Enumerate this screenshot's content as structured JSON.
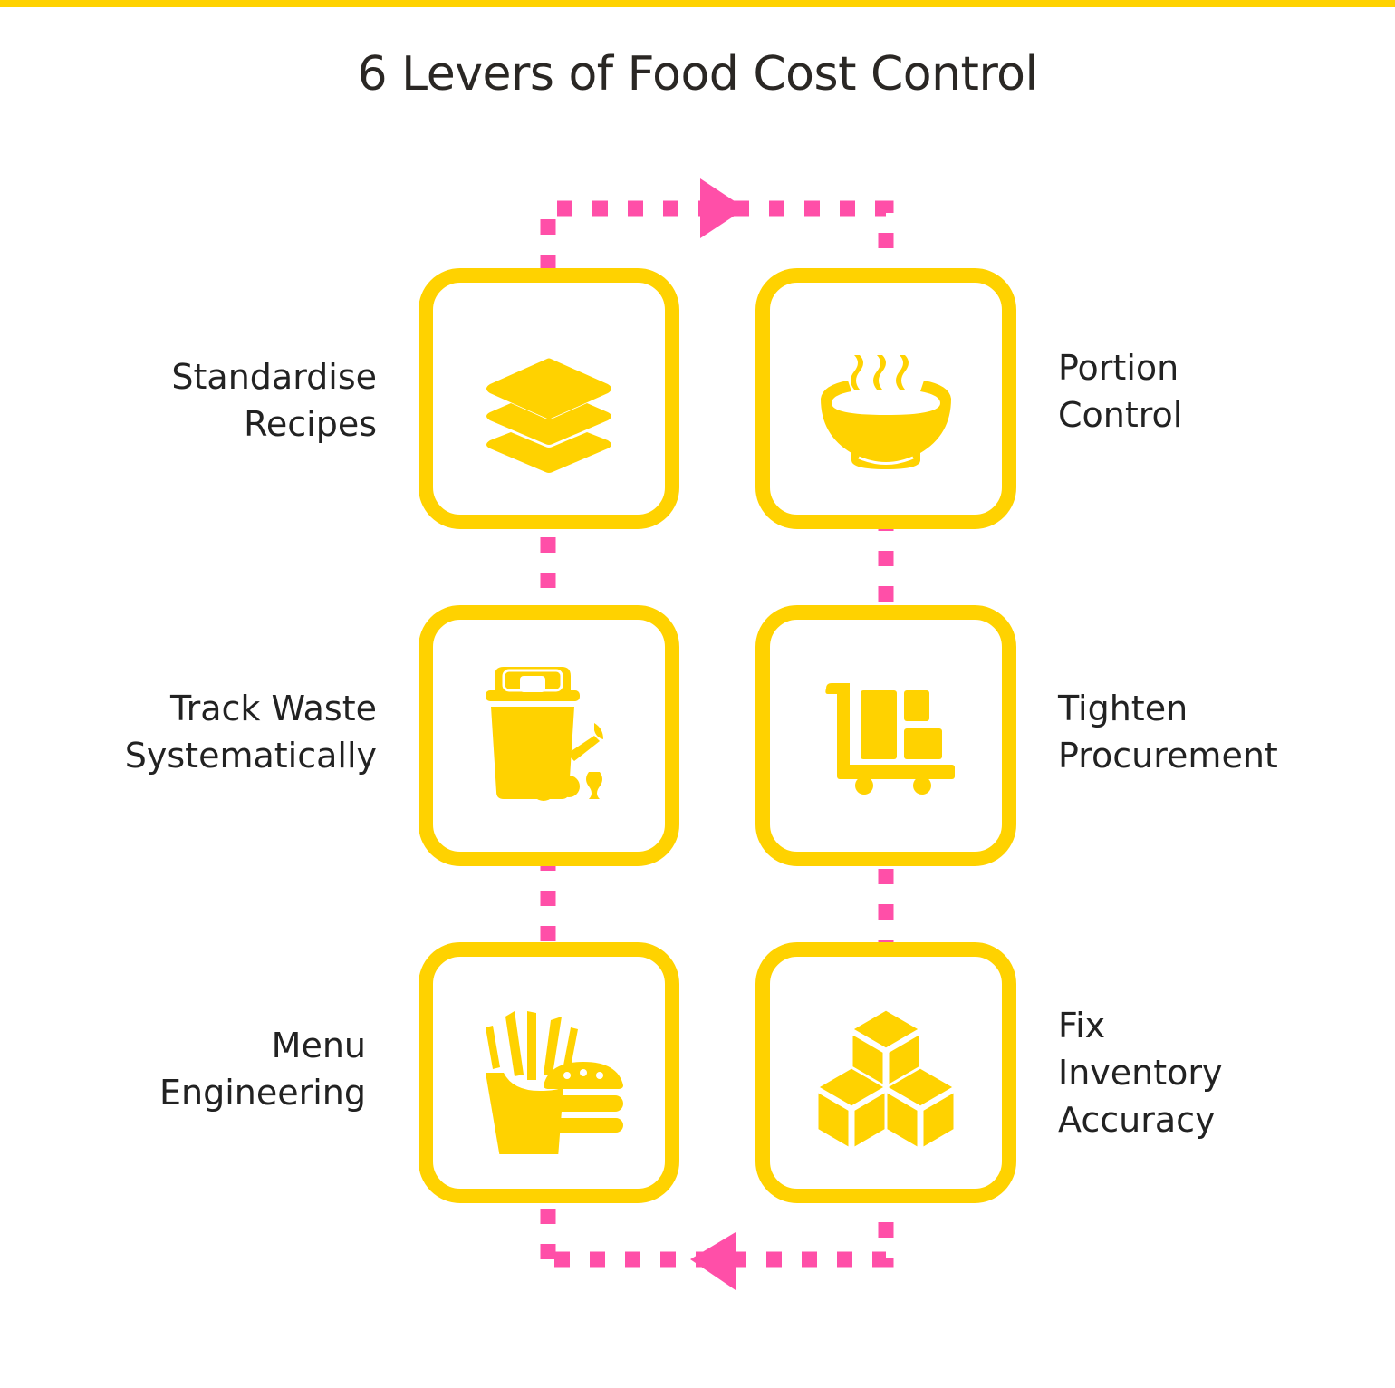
{
  "title": "6 Levers of Food Cost Control",
  "colors": {
    "accent_yellow": "#FFD200",
    "flow_pink": "#FF4FA8",
    "text": "#222222",
    "background": "#FFFFFF"
  },
  "flow": {
    "direction": "clockwise",
    "top_arrow": "right-arrow",
    "bottom_arrow": "left-arrow"
  },
  "levers": [
    {
      "id": "standardise-recipes",
      "lines": [
        "Standardise",
        "Recipes"
      ],
      "icon": "layers-icon",
      "position": "left-row-1"
    },
    {
      "id": "portion-control",
      "lines": [
        "Portion",
        "Control"
      ],
      "icon": "soup-bowl-icon",
      "position": "right-row-1"
    },
    {
      "id": "track-waste",
      "lines": [
        "Track Waste",
        "Systematically"
      ],
      "icon": "waste-bin-icon",
      "position": "left-row-2"
    },
    {
      "id": "tighten-procurement",
      "lines": [
        "Tighten",
        "Procurement"
      ],
      "icon": "trolley-boxes-icon",
      "position": "right-row-2"
    },
    {
      "id": "menu-engineering",
      "lines": [
        "Menu",
        "Engineering"
      ],
      "icon": "fries-burger-icon",
      "position": "left-row-3"
    },
    {
      "id": "fix-inventory",
      "lines": [
        "Fix",
        "Inventory",
        "Accuracy"
      ],
      "icon": "stacked-boxes-icon",
      "position": "right-row-3"
    }
  ]
}
